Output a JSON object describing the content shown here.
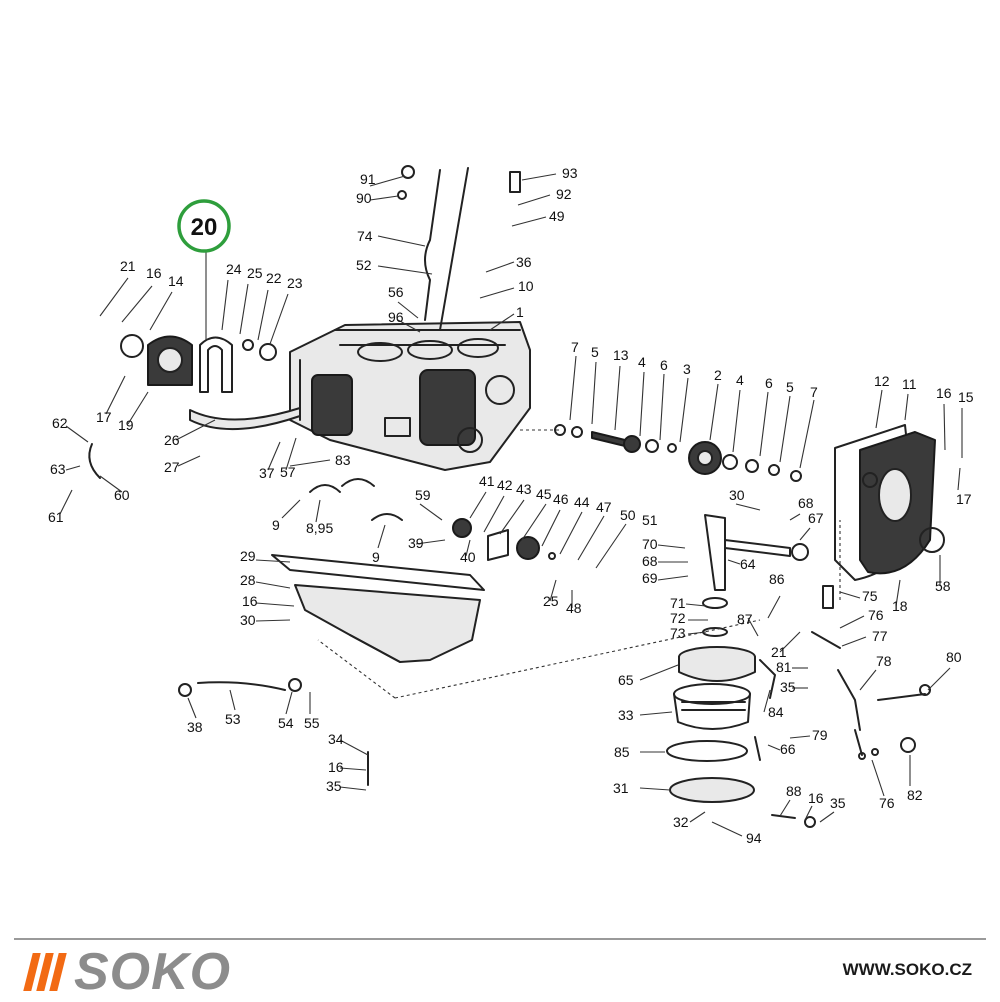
{
  "diagram": {
    "highlight_label": "20",
    "callouts": [
      "91",
      "90",
      "93",
      "92",
      "49",
      "74",
      "52",
      "36",
      "10",
      "1",
      "56",
      "96",
      "21",
      "16",
      "14",
      "24",
      "25",
      "22",
      "23",
      "17",
      "19",
      "26",
      "27",
      "62",
      "63",
      "61",
      "60",
      "37",
      "57",
      "83",
      "9",
      "8,95",
      "9",
      "7",
      "5",
      "13",
      "4",
      "6",
      "3",
      "2",
      "4",
      "6",
      "5",
      "7",
      "12",
      "11",
      "16",
      "15",
      "17",
      "41",
      "42",
      "43",
      "45",
      "46",
      "44",
      "47",
      "50",
      "51",
      "59",
      "39",
      "40",
      "30",
      "68",
      "67",
      "70",
      "68",
      "69",
      "64",
      "58",
      "18",
      "29",
      "28",
      "16",
      "30",
      "25",
      "48",
      "86",
      "71",
      "72",
      "73",
      "87",
      "75",
      "76",
      "77",
      "21",
      "81",
      "35",
      "78",
      "80",
      "65",
      "84",
      "33",
      "79",
      "85",
      "66",
      "76",
      "82",
      "31",
      "88",
      "16",
      "35",
      "32",
      "94",
      "38",
      "53",
      "54",
      "55",
      "34",
      "16",
      "35"
    ]
  },
  "footer": {
    "brand": "SOKO",
    "website": "WWW.SOKO.CZ"
  },
  "colors": {
    "brand_orange": "#f26a13",
    "brand_gray": "#8c8c8c",
    "highlight_green": "#2e9e3c"
  }
}
